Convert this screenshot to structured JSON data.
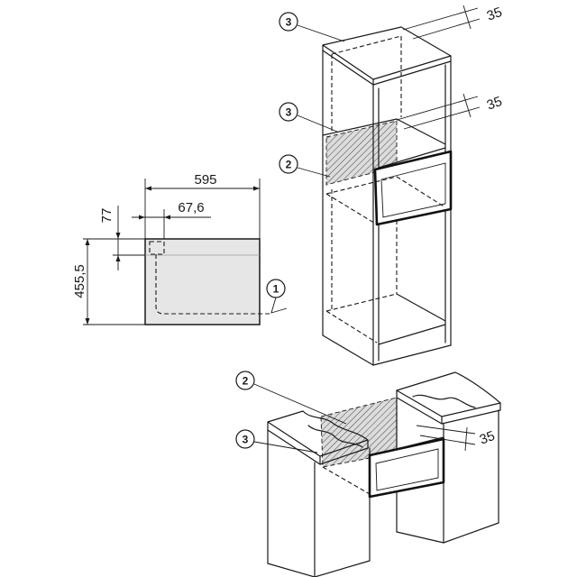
{
  "front_view": {
    "width_mm": "595",
    "connector_offset_mm": "67,6",
    "connector_top_mm": "77",
    "height_mm": "455,5",
    "callout": "1"
  },
  "tall_cabinet": {
    "callout_top": "3",
    "callout_middle": "3",
    "callout_shelf": "2",
    "clearance_top": "35",
    "clearance_middle": "35"
  },
  "base_cabinet": {
    "callout_upper": "2",
    "callout_lower": "3",
    "clearance": "35"
  },
  "colors": {
    "line": "#1a1a1a",
    "appliance_fill": "#e6e6e6",
    "hatch_fill": "#dcdcdc"
  }
}
